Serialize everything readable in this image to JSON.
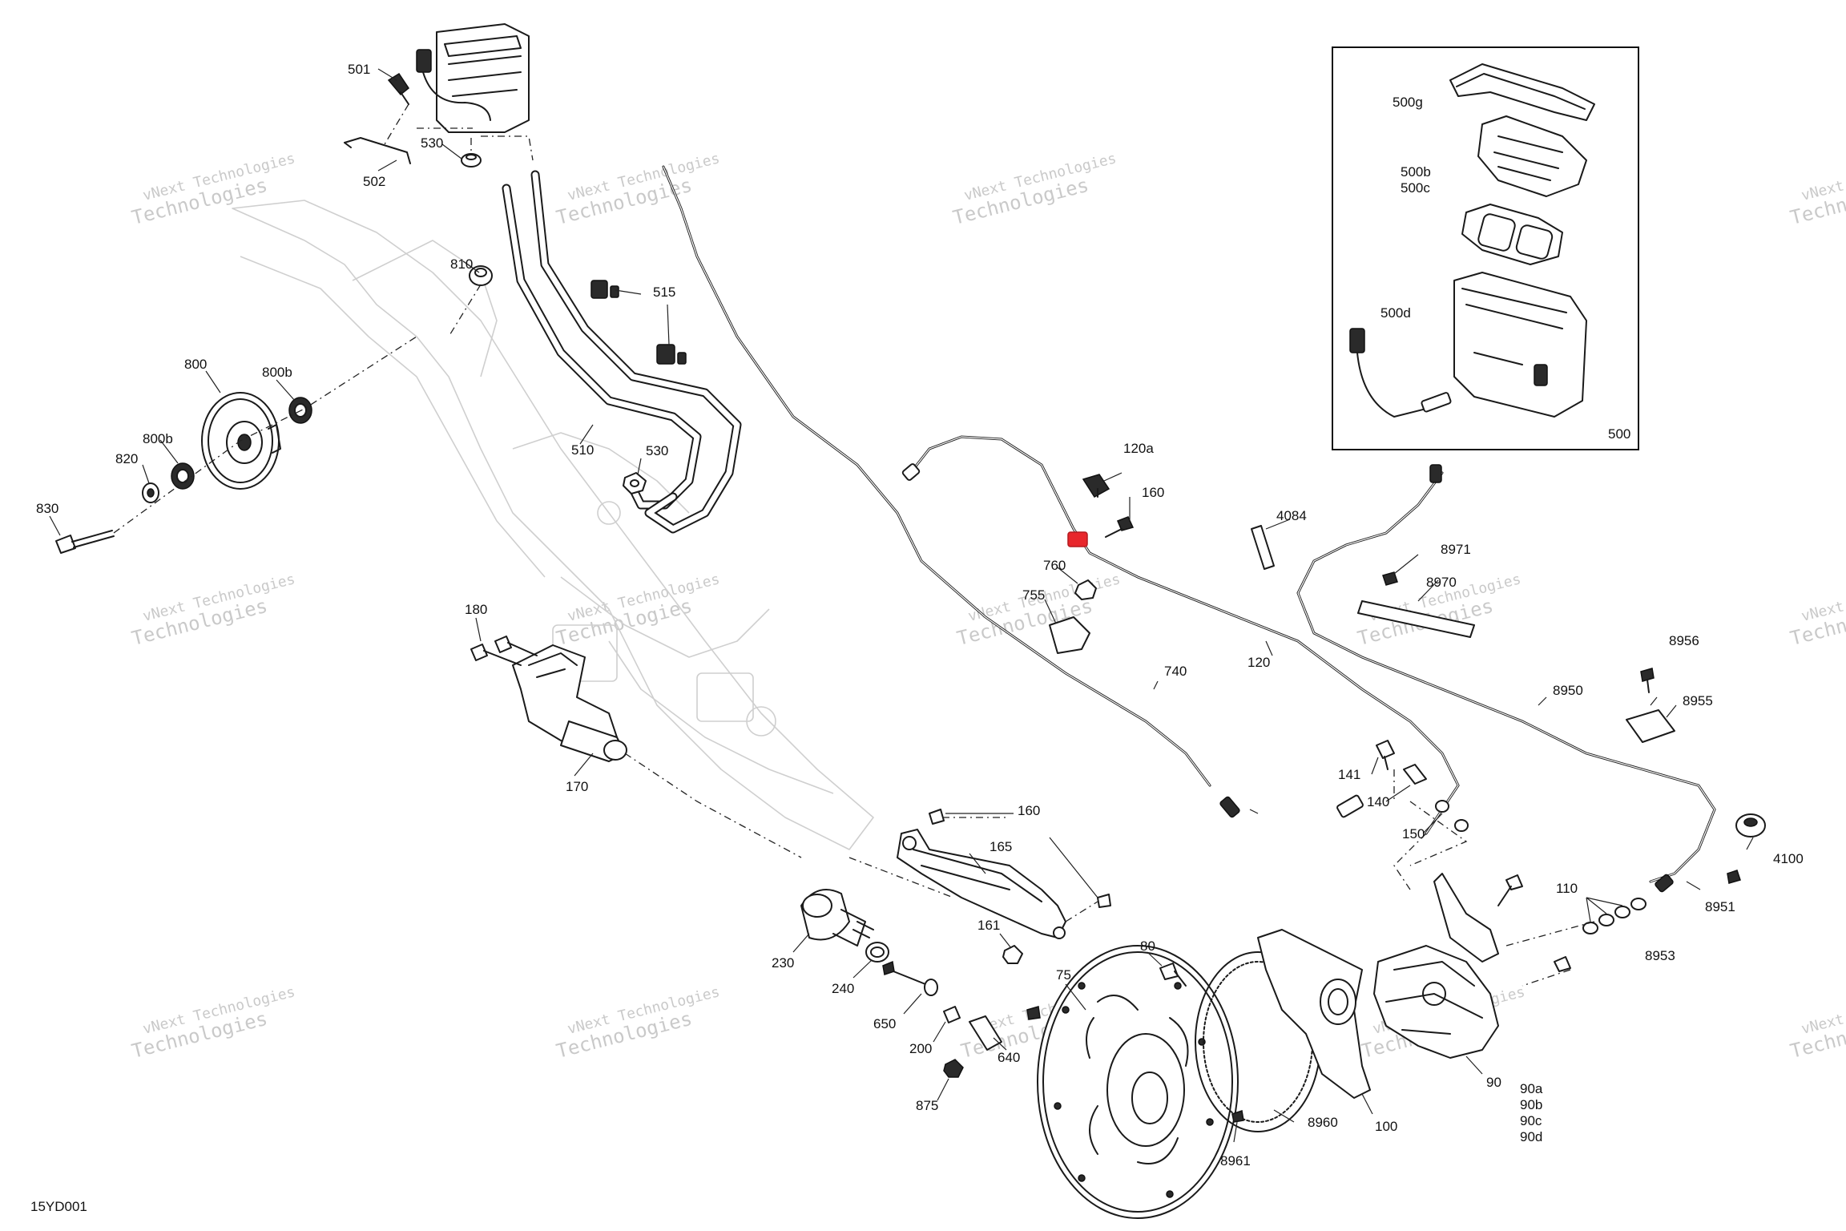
{
  "diagram_code": "15YD001",
  "watermark": {
    "line1": "vNext Technologies",
    "line2": "Technologies"
  },
  "inset": {
    "label": "500"
  },
  "callouts": [
    "501",
    "502",
    "530",
    "530",
    "510",
    "515",
    "810",
    "800",
    "800b",
    "800b",
    "820",
    "830",
    "180",
    "170",
    "230",
    "240",
    "650",
    "200",
    "875",
    "640",
    "75",
    "80",
    "100",
    "8960",
    "8961",
    "90",
    "90a",
    "90b",
    "90c",
    "90d",
    "110",
    "8953",
    "8951",
    "4100",
    "8950",
    "8956",
    "8955",
    "141",
    "140",
    "150",
    "740",
    "120",
    "120a",
    "160",
    "760",
    "755",
    "4084",
    "8971",
    "8970",
    "160",
    "165",
    "161",
    "500g",
    "500b",
    "500c",
    "500d",
    "500"
  ],
  "highlight": {
    "color": "#e8262b"
  }
}
